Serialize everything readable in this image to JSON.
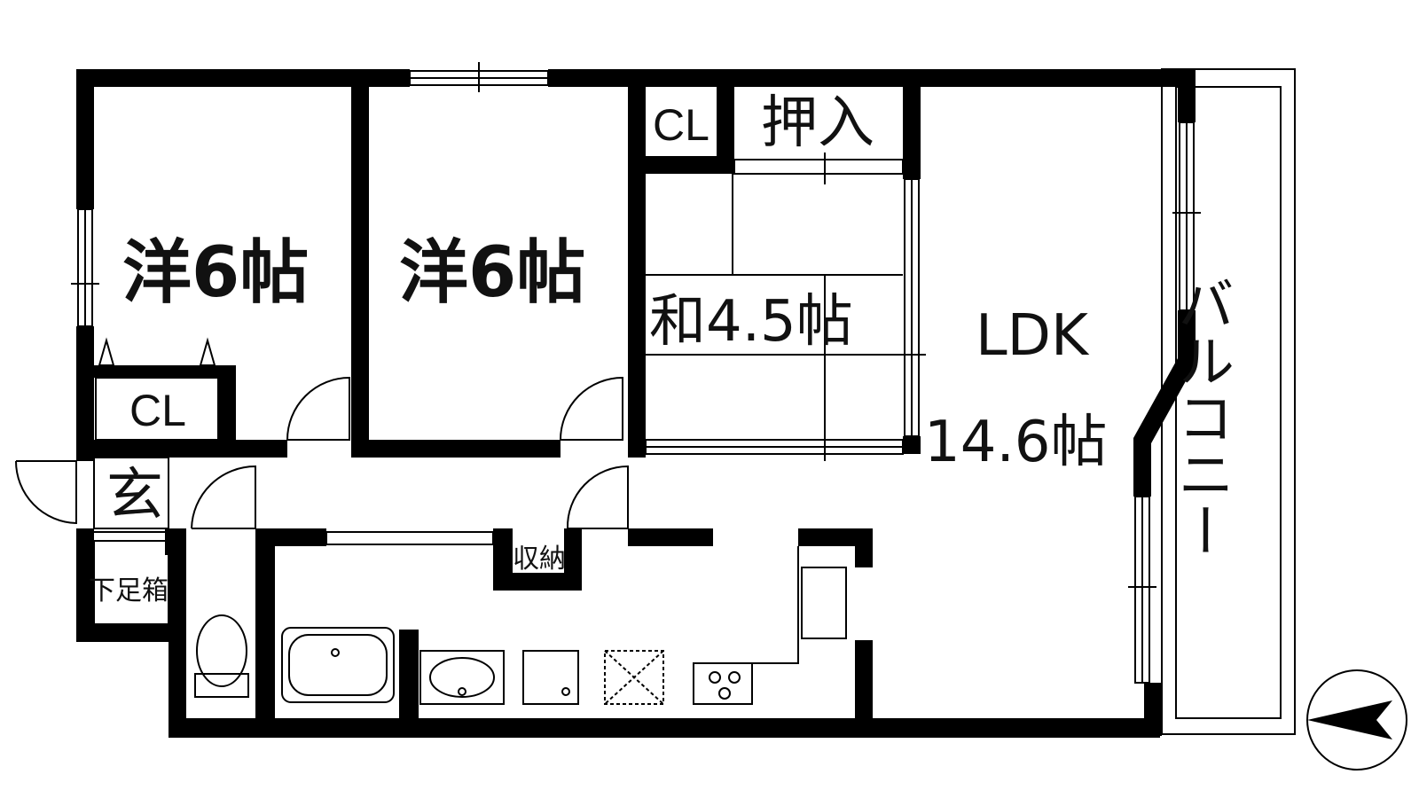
{
  "rooms": {
    "western_room_1": "洋6帖",
    "western_room_2": "洋6帖",
    "japanese_room": "和4.5帖",
    "ldk_name": "LDK",
    "ldk_size": "14.6帖",
    "closet_1": "CL",
    "closet_2": "CL",
    "oshiire": "押入",
    "entrance": "玄",
    "shoe_box": "下足箱",
    "storage": "収納",
    "balcony": "バルコニー"
  },
  "icons": {
    "compass": "north-arrow-icon",
    "bathtub": "bathtub-icon",
    "toilet": "toilet-icon",
    "sink": "washbasin-icon",
    "stove": "stove-icon",
    "washer": "washing-machine-space-icon",
    "fridge": "refrigerator-space-icon"
  }
}
